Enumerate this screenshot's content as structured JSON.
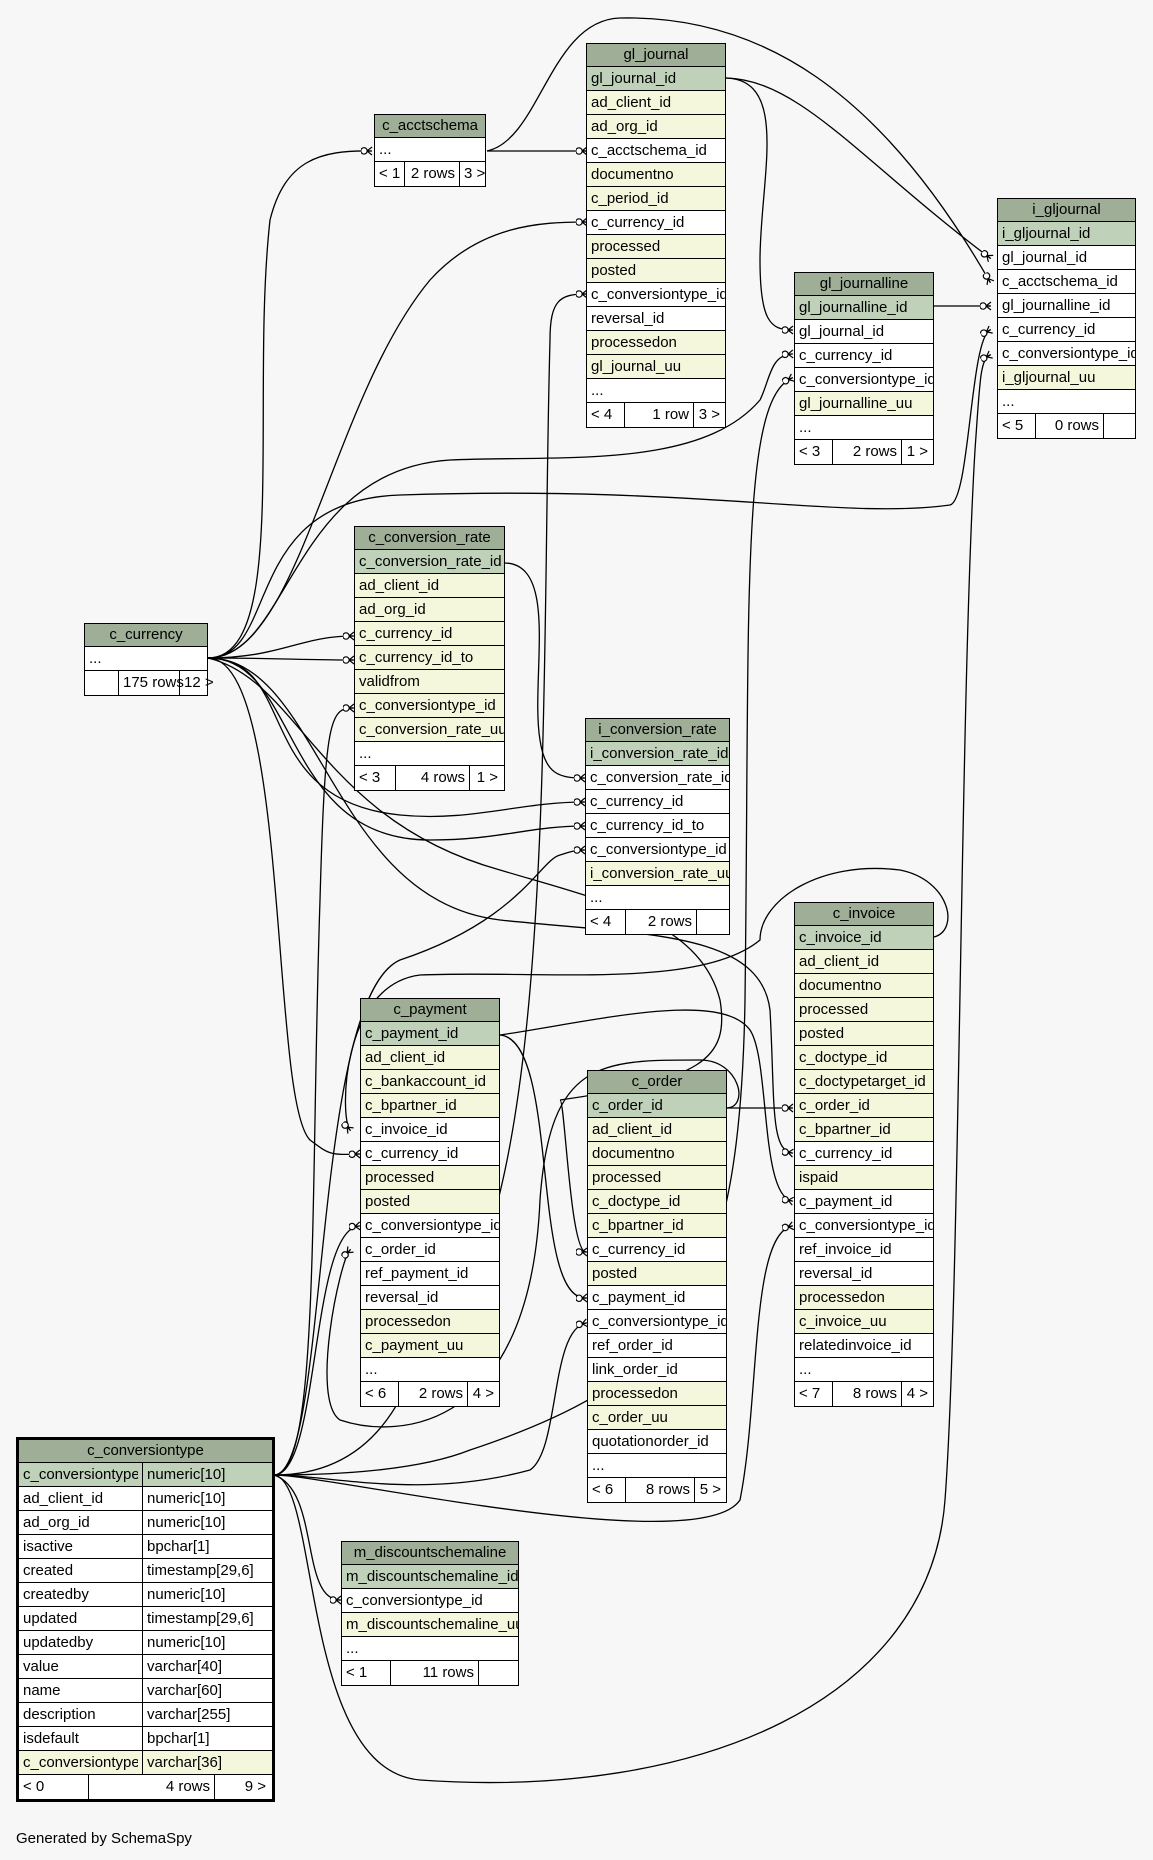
{
  "footer_text": "Generated by SchemaSpy",
  "colors": {
    "header": "#9faf97",
    "primary_key": "#bfd1b9",
    "indexed": "#f5f7dc",
    "background": "#f7f7f7"
  },
  "tables": {
    "gl_journal": {
      "name": "gl_journal",
      "columns": [
        {
          "name": "gl_journal_id",
          "kind": "pk"
        },
        {
          "name": "ad_client_id",
          "kind": "idx"
        },
        {
          "name": "ad_org_id",
          "kind": "idx"
        },
        {
          "name": "c_acctschema_id",
          "kind": "plain"
        },
        {
          "name": "documentno",
          "kind": "idx"
        },
        {
          "name": "c_period_id",
          "kind": "idx"
        },
        {
          "name": "c_currency_id",
          "kind": "plain"
        },
        {
          "name": "processed",
          "kind": "idx"
        },
        {
          "name": "posted",
          "kind": "idx"
        },
        {
          "name": "c_conversiontype_id",
          "kind": "plain"
        },
        {
          "name": "reversal_id",
          "kind": "plain"
        },
        {
          "name": "processedon",
          "kind": "idx"
        },
        {
          "name": "gl_journal_uu",
          "kind": "idx"
        },
        {
          "name": "...",
          "kind": "plain"
        }
      ],
      "footer": [
        "< 4",
        "1 row",
        "3 >"
      ]
    },
    "c_acctschema": {
      "name": "c_acctschema",
      "columns": [
        {
          "name": "...",
          "kind": "plain"
        }
      ],
      "footer": [
        "< 1",
        "2 rows",
        "3 >"
      ]
    },
    "i_gljournal": {
      "name": "i_gljournal",
      "columns": [
        {
          "name": "i_gljournal_id",
          "kind": "pk"
        },
        {
          "name": "gl_journal_id",
          "kind": "plain"
        },
        {
          "name": "c_acctschema_id",
          "kind": "plain"
        },
        {
          "name": "gl_journalline_id",
          "kind": "plain"
        },
        {
          "name": "c_currency_id",
          "kind": "plain"
        },
        {
          "name": "c_conversiontype_id",
          "kind": "plain"
        },
        {
          "name": "i_gljournal_uu",
          "kind": "idx"
        },
        {
          "name": "...",
          "kind": "plain"
        }
      ],
      "footer": [
        "< 5",
        "0 rows",
        ""
      ]
    },
    "gl_journalline": {
      "name": "gl_journalline",
      "columns": [
        {
          "name": "gl_journalline_id",
          "kind": "pk"
        },
        {
          "name": "gl_journal_id",
          "kind": "plain"
        },
        {
          "name": "c_currency_id",
          "kind": "plain"
        },
        {
          "name": "c_conversiontype_id",
          "kind": "plain"
        },
        {
          "name": "gl_journalline_uu",
          "kind": "idx"
        },
        {
          "name": "...",
          "kind": "plain"
        }
      ],
      "footer": [
        "< 3",
        "2 rows",
        "1 >"
      ]
    },
    "c_conversion_rate": {
      "name": "c_conversion_rate",
      "columns": [
        {
          "name": "c_conversion_rate_id",
          "kind": "pk"
        },
        {
          "name": "ad_client_id",
          "kind": "idx"
        },
        {
          "name": "ad_org_id",
          "kind": "idx"
        },
        {
          "name": "c_currency_id",
          "kind": "idx"
        },
        {
          "name": "c_currency_id_to",
          "kind": "idx"
        },
        {
          "name": "validfrom",
          "kind": "idx"
        },
        {
          "name": "c_conversiontype_id",
          "kind": "idx"
        },
        {
          "name": "c_conversion_rate_uu",
          "kind": "idx"
        },
        {
          "name": "...",
          "kind": "plain"
        }
      ],
      "footer": [
        "< 3",
        "4 rows",
        "1 >"
      ]
    },
    "c_currency": {
      "name": "c_currency",
      "columns": [
        {
          "name": "...",
          "kind": "plain"
        }
      ],
      "footer": [
        "",
        "175 rows",
        "12 >"
      ]
    },
    "i_conversion_rate": {
      "name": "i_conversion_rate",
      "columns": [
        {
          "name": "i_conversion_rate_id",
          "kind": "pk"
        },
        {
          "name": "c_conversion_rate_id",
          "kind": "plain"
        },
        {
          "name": "c_currency_id",
          "kind": "plain"
        },
        {
          "name": "c_currency_id_to",
          "kind": "plain"
        },
        {
          "name": "c_conversiontype_id",
          "kind": "plain"
        },
        {
          "name": "i_conversion_rate_uu",
          "kind": "idx"
        },
        {
          "name": "...",
          "kind": "plain"
        }
      ],
      "footer": [
        "< 4",
        "2 rows",
        ""
      ]
    },
    "c_invoice": {
      "name": "c_invoice",
      "columns": [
        {
          "name": "c_invoice_id",
          "kind": "pk"
        },
        {
          "name": "ad_client_id",
          "kind": "idx"
        },
        {
          "name": "documentno",
          "kind": "idx"
        },
        {
          "name": "processed",
          "kind": "idx"
        },
        {
          "name": "posted",
          "kind": "idx"
        },
        {
          "name": "c_doctype_id",
          "kind": "idx"
        },
        {
          "name": "c_doctypetarget_id",
          "kind": "idx"
        },
        {
          "name": "c_order_id",
          "kind": "idx"
        },
        {
          "name": "c_bpartner_id",
          "kind": "idx"
        },
        {
          "name": "c_currency_id",
          "kind": "plain"
        },
        {
          "name": "ispaid",
          "kind": "idx"
        },
        {
          "name": "c_payment_id",
          "kind": "plain"
        },
        {
          "name": "c_conversiontype_id",
          "kind": "plain"
        },
        {
          "name": "ref_invoice_id",
          "kind": "plain"
        },
        {
          "name": "reversal_id",
          "kind": "plain"
        },
        {
          "name": "processedon",
          "kind": "idx"
        },
        {
          "name": "c_invoice_uu",
          "kind": "idx"
        },
        {
          "name": "relatedinvoice_id",
          "kind": "plain"
        },
        {
          "name": "...",
          "kind": "plain"
        }
      ],
      "footer": [
        "< 7",
        "8 rows",
        "4 >"
      ]
    },
    "c_payment": {
      "name": "c_payment",
      "columns": [
        {
          "name": "c_payment_id",
          "kind": "pk"
        },
        {
          "name": "ad_client_id",
          "kind": "idx"
        },
        {
          "name": "c_bankaccount_id",
          "kind": "idx"
        },
        {
          "name": "c_bpartner_id",
          "kind": "idx"
        },
        {
          "name": "c_invoice_id",
          "kind": "plain"
        },
        {
          "name": "c_currency_id",
          "kind": "plain"
        },
        {
          "name": "processed",
          "kind": "idx"
        },
        {
          "name": "posted",
          "kind": "idx"
        },
        {
          "name": "c_conversiontype_id",
          "kind": "plain"
        },
        {
          "name": "c_order_id",
          "kind": "plain"
        },
        {
          "name": "ref_payment_id",
          "kind": "plain"
        },
        {
          "name": "reversal_id",
          "kind": "plain"
        },
        {
          "name": "processedon",
          "kind": "idx"
        },
        {
          "name": "c_payment_uu",
          "kind": "idx"
        },
        {
          "name": "...",
          "kind": "plain"
        }
      ],
      "footer": [
        "< 6",
        "2 rows",
        "4 >"
      ]
    },
    "c_order": {
      "name": "c_order",
      "columns": [
        {
          "name": "c_order_id",
          "kind": "pk"
        },
        {
          "name": "ad_client_id",
          "kind": "idx"
        },
        {
          "name": "documentno",
          "kind": "idx"
        },
        {
          "name": "processed",
          "kind": "idx"
        },
        {
          "name": "c_doctype_id",
          "kind": "idx"
        },
        {
          "name": "c_bpartner_id",
          "kind": "idx"
        },
        {
          "name": "c_currency_id",
          "kind": "plain"
        },
        {
          "name": "posted",
          "kind": "idx"
        },
        {
          "name": "c_payment_id",
          "kind": "plain"
        },
        {
          "name": "c_conversiontype_id",
          "kind": "plain"
        },
        {
          "name": "ref_order_id",
          "kind": "plain"
        },
        {
          "name": "link_order_id",
          "kind": "plain"
        },
        {
          "name": "processedon",
          "kind": "idx"
        },
        {
          "name": "c_order_uu",
          "kind": "idx"
        },
        {
          "name": "quotationorder_id",
          "kind": "plain"
        },
        {
          "name": "...",
          "kind": "plain"
        }
      ],
      "footer": [
        "< 6",
        "8 rows",
        "5 >"
      ]
    },
    "c_conversiontype": {
      "name": "c_conversiontype",
      "columns": [
        {
          "name": "c_conversiontype_id",
          "type": "numeric[10]",
          "kind": "pk"
        },
        {
          "name": "ad_client_id",
          "type": "numeric[10]",
          "kind": "plain"
        },
        {
          "name": "ad_org_id",
          "type": "numeric[10]",
          "kind": "plain"
        },
        {
          "name": "isactive",
          "type": "bpchar[1]",
          "kind": "plain"
        },
        {
          "name": "created",
          "type": "timestamp[29,6]",
          "kind": "plain"
        },
        {
          "name": "createdby",
          "type": "numeric[10]",
          "kind": "plain"
        },
        {
          "name": "updated",
          "type": "timestamp[29,6]",
          "kind": "plain"
        },
        {
          "name": "updatedby",
          "type": "numeric[10]",
          "kind": "plain"
        },
        {
          "name": "value",
          "type": "varchar[40]",
          "kind": "plain"
        },
        {
          "name": "name",
          "type": "varchar[60]",
          "kind": "plain"
        },
        {
          "name": "description",
          "type": "varchar[255]",
          "kind": "plain"
        },
        {
          "name": "isdefault",
          "type": "bpchar[1]",
          "kind": "plain"
        },
        {
          "name": "c_conversiontype_uu",
          "type": "varchar[36]",
          "kind": "idx"
        }
      ],
      "footer": [
        "< 0",
        "4 rows",
        "9 >"
      ]
    },
    "m_discountschemaline": {
      "name": "m_discountschemaline",
      "columns": [
        {
          "name": "m_discountschemaline_id",
          "kind": "pk"
        },
        {
          "name": "c_conversiontype_id",
          "kind": "plain"
        },
        {
          "name": "m_discountschemaline_uu",
          "kind": "idx"
        },
        {
          "name": "...",
          "kind": "plain"
        }
      ],
      "footer": [
        "< 1",
        "11 rows",
        ""
      ]
    }
  }
}
